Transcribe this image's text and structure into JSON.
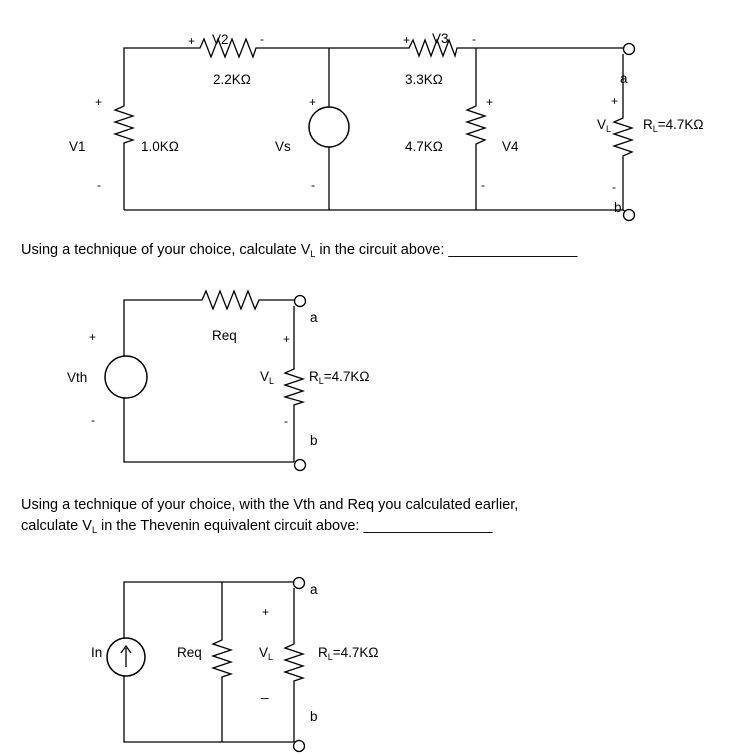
{
  "circuit1": {
    "v2": "V2",
    "v3": "V3",
    "r_2k2": "2.2KΩ",
    "r_3k3": "3.3KΩ",
    "v1": "V1",
    "r_1k0": "1.0KΩ",
    "vs": "Vs",
    "r_4k7": "4.7KΩ",
    "v4": "V4",
    "vl_main": "V",
    "vl_sub": "L",
    "rl_main": "R",
    "rl_sub": "L",
    "rl_value": "=4.7KΩ",
    "node_a": "a",
    "node_b": "b",
    "plus": "+",
    "minus": "-"
  },
  "question1": {
    "before": "Using a technique of your choice, calculate V",
    "sub": "L",
    "after": " in the circuit above: ________________"
  },
  "circuit2": {
    "vth": "Vth",
    "req": "Req",
    "vl_main": "V",
    "vl_sub": "L",
    "rl_main": "R",
    "rl_sub": "L",
    "rl_value": "=4.7KΩ",
    "node_a": "a",
    "node_b": "b",
    "plus": "+",
    "minus": "-"
  },
  "question2": {
    "line1": "Using a technique of your choice, with the Vth and Req you calculated earlier,",
    "line2_before": "calculate V",
    "line2_sub": "L",
    "line2_after": " in the Thevenin equivalent circuit above: ________________"
  },
  "circuit3": {
    "in": "In",
    "req": "Req",
    "vl_main": "V",
    "vl_sub": "L",
    "rl_main": "R",
    "rl_sub": "L",
    "rl_value": "=4.7KΩ",
    "node_a": "a",
    "node_b": "b",
    "plus": "+",
    "minus": "_"
  }
}
